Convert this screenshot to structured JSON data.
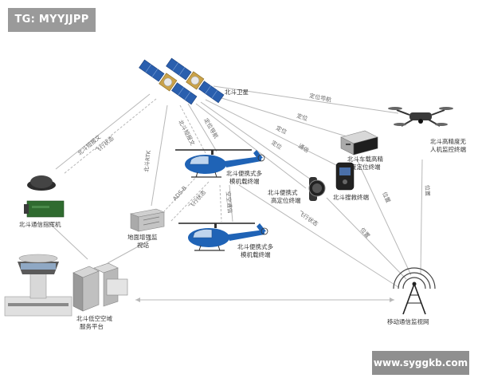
{
  "tag": "TG: MYYJJPP",
  "watermark": "www.syggkb.com",
  "nodes": {
    "satellite": "北斗卫星",
    "uav": [
      "北斗高精度无",
      "人机监控终端"
    ],
    "vehicle": [
      "北斗车载高精",
      "度定位终端"
    ],
    "rescue": "北斗搜救终端",
    "watch": [
      "北斗便携式",
      "高定位终端"
    ],
    "heli1": [
      "北斗便携式多",
      "模机载终端"
    ],
    "heli2": [
      "北斗便携式多",
      "模机载终端"
    ],
    "command": "北斗通信指挥机",
    "ground_station": [
      "地面增强监",
      "视站"
    ],
    "platform": [
      "北斗低空空域",
      "服务平台"
    ],
    "network": "移动通信监视网"
  },
  "edges": {
    "sat_uav": "定位导航",
    "sat_vehicle": "定位",
    "sat_rescue": "定位",
    "sat_watch_a": "定位",
    "sat_watch_b": "通信",
    "sat_heli_a": "定位导航",
    "sat_heli_b": "北斗短报文",
    "sat_ground": "北斗RTK",
    "sat_cmd_a": "北斗短报文",
    "sat_cmd_b": "飞行状态",
    "heli_ground_a": "ADS-B",
    "heli_ground_b": "飞行状态",
    "heli_link": "空空通信",
    "heli_net": "飞行状态",
    "watch_net": "位置",
    "vehicle_net": "位置",
    "uav_net": "位置"
  },
  "colors": {
    "helicopter": "#1f63b6",
    "satellite_panel": "#2a5fae",
    "command_box": "#2f6b2f",
    "edge": "#b8b8b8"
  }
}
